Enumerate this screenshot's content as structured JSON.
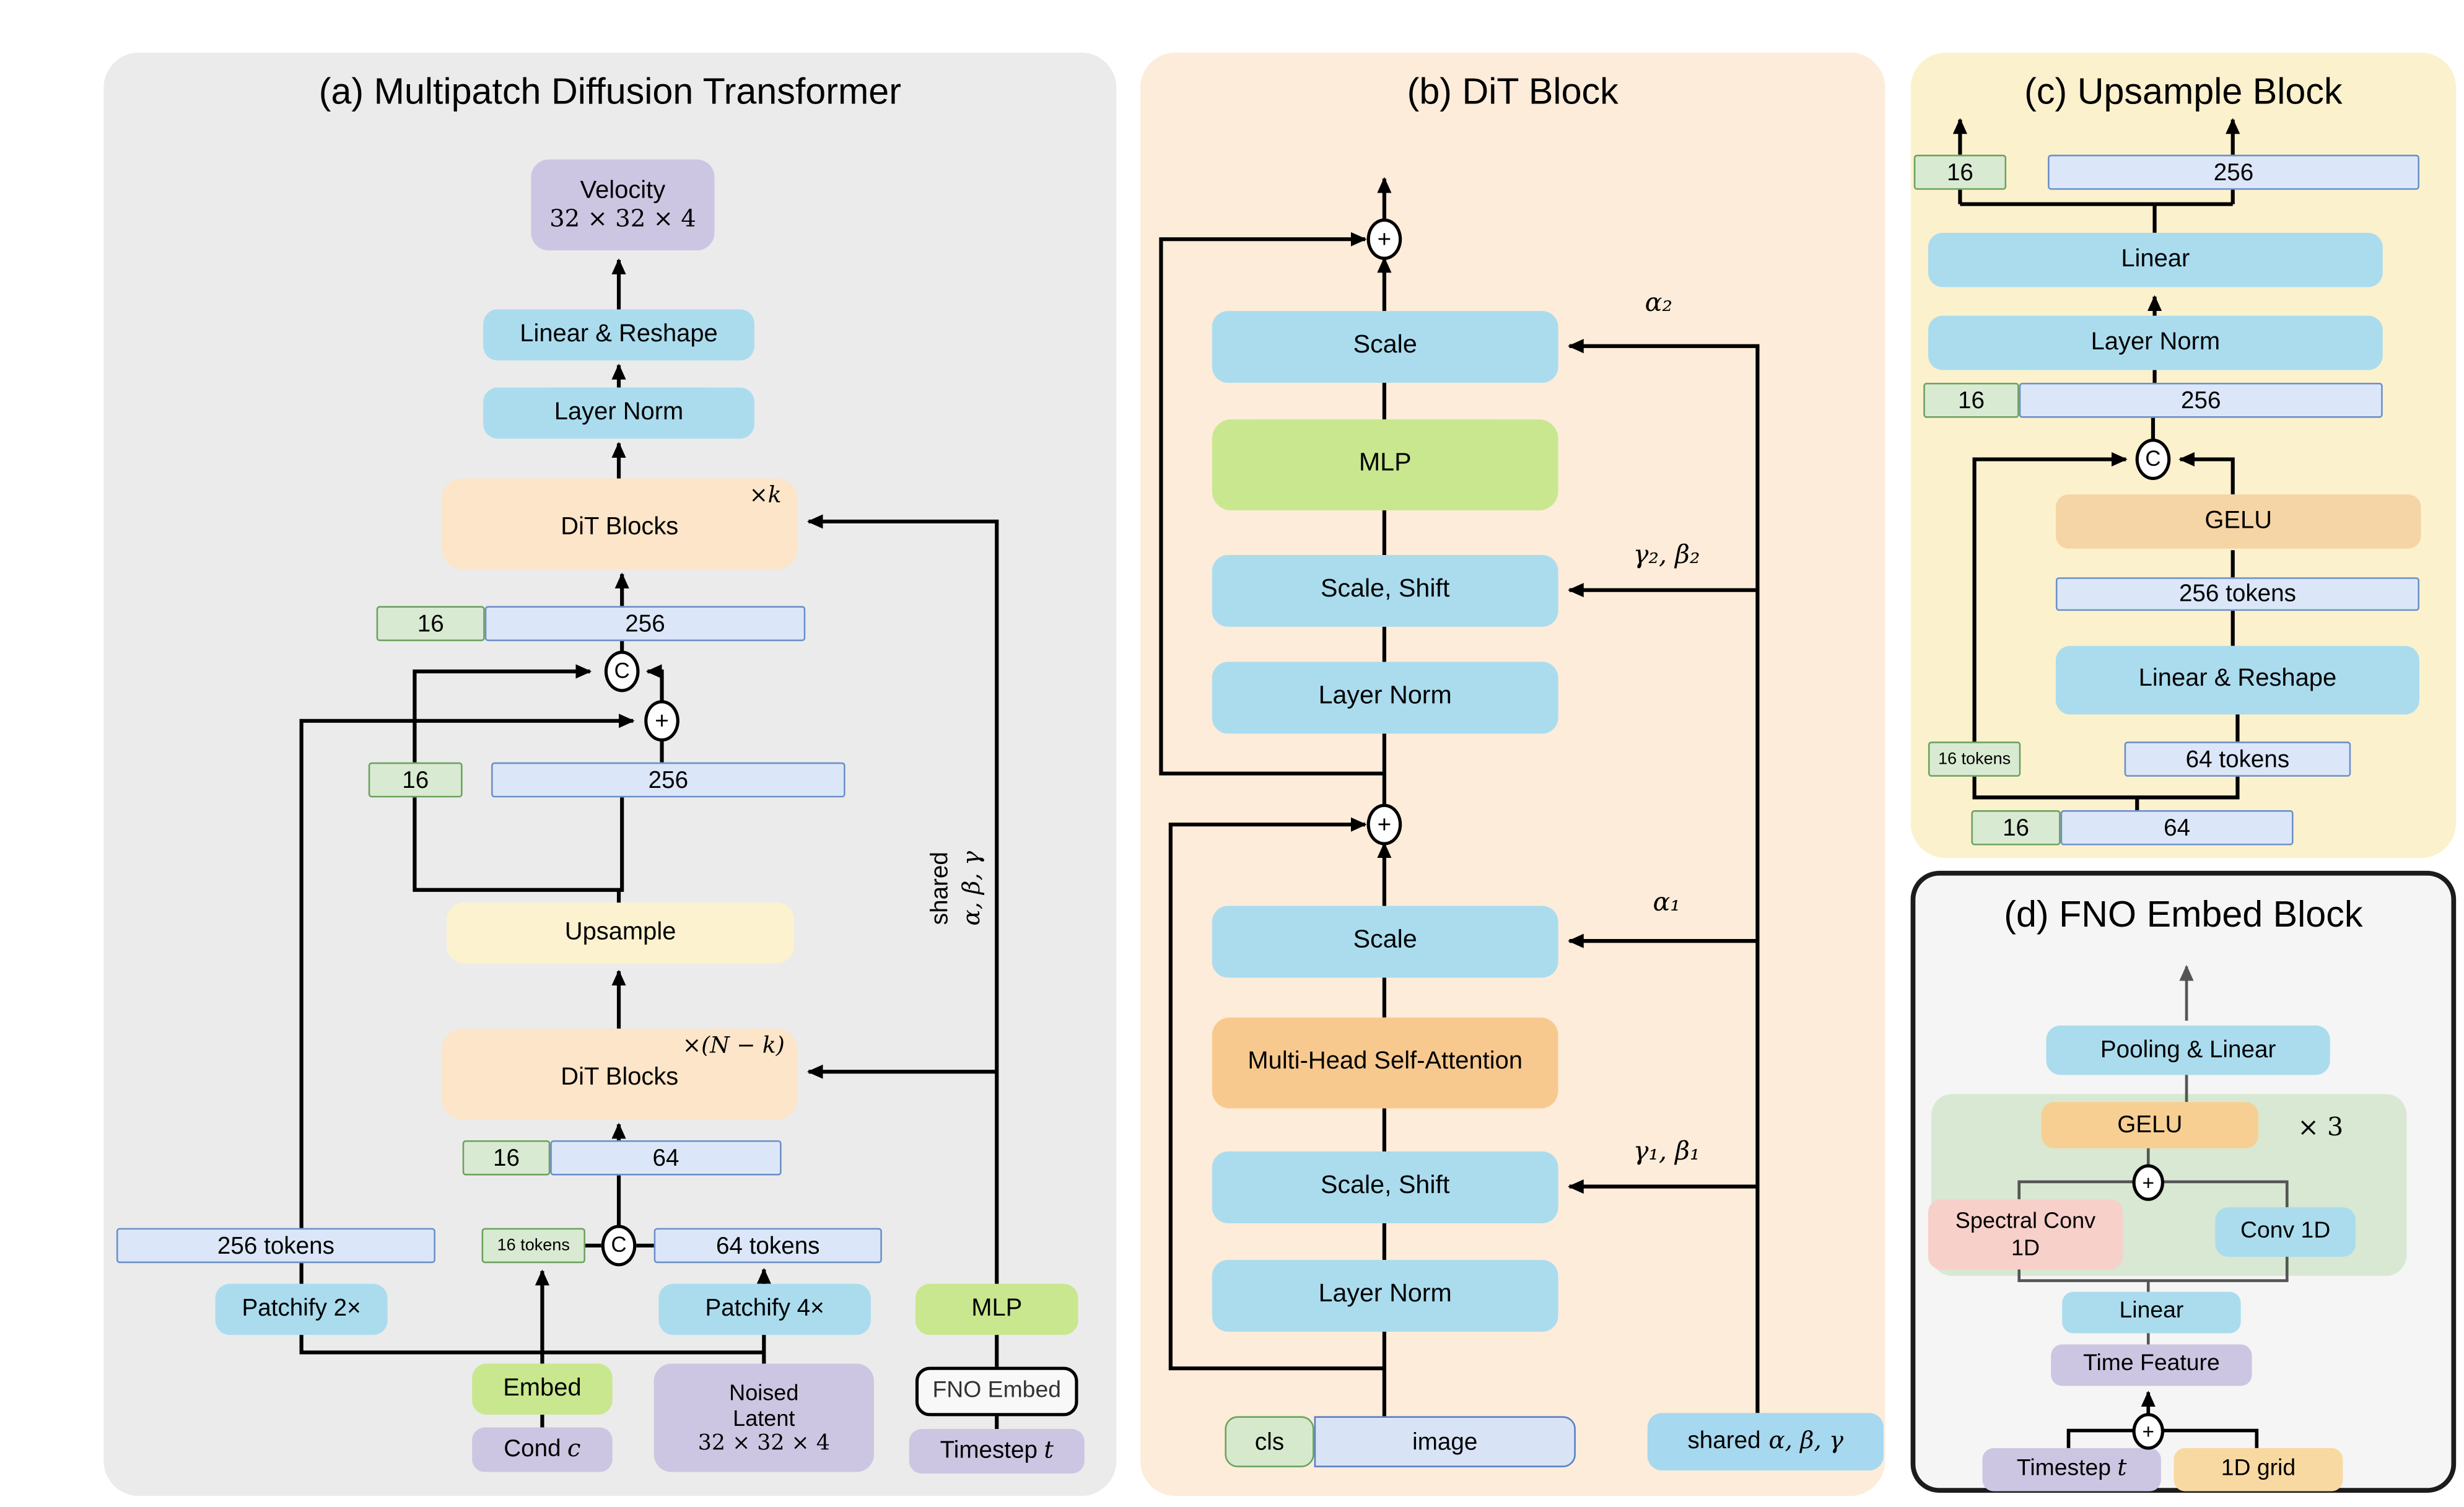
{
  "palette": {
    "panel_a_bg": "#ebebeb",
    "panel_b_bg": "#fcecd9",
    "panel_c_bg": "#fcf1cd",
    "panel_d_bg": "#f5f5f5",
    "box_blue": "#aadcee",
    "box_green": "#c9e78f",
    "box_purple": "#cdc6e2",
    "box_peach": "#fce5c8",
    "box_yellow": "#fdf2cf",
    "box_orange": "#f8c98f",
    "box_orange_light": "#f5d5a5",
    "box_pink": "#f7d0ca",
    "bar_blue_fill": "#dbe7f8",
    "bar_blue_border": "#6c8fc9",
    "bar_green_fill": "#d9ead2",
    "bar_green_border": "#6ca25f",
    "shared_box_blue": "#a6d8ef",
    "green_container": "#d8e8d2",
    "grid_orange": "#f8d9a2",
    "line_black": "#000000",
    "line_gray": "#555555"
  },
  "panel_a": {
    "title": "(a) Multipatch Diffusion Transformer",
    "velocity_line1": "Velocity",
    "velocity_line2": "32 × 32 × 4",
    "linear_reshape": "Linear & Reshape",
    "layer_norm": "Layer Norm",
    "dit_blocks_top": "DiT Blocks",
    "dit_repeat_top": "×k",
    "dit_blocks_bottom": "DiT Blocks",
    "dit_repeat_bottom": "×(N − k)",
    "bar_top_16": "16",
    "bar_top_256": "256",
    "bar_mid_16": "16",
    "bar_mid_256": "256",
    "concat": "C",
    "add": "+",
    "concat_low": "C",
    "upsample": "Upsample",
    "bar_low_16": "16",
    "bar_low_64": "64",
    "tokens_256": "256 tokens",
    "tokens_16": "16 tokens",
    "tokens_64": "64 tokens",
    "patchify_2x": "Patchify 2×",
    "patchify_4x": "Patchify 4×",
    "embed": "Embed",
    "cond_label": "Cond",
    "cond_var": "c",
    "noised_line1": "Noised",
    "noised_line2": "Latent",
    "noised_line3": "32 × 32 × 4",
    "mlp": "MLP",
    "fno_embed": "FNO Embed",
    "timestep_label": "Timestep",
    "timestep_var": "t",
    "shared_line1": "shared",
    "shared_line2": "α, β, γ"
  },
  "panel_b": {
    "title": "(b) DiT Block",
    "add_top": "+",
    "add_mid": "+",
    "scale_top": "Scale",
    "mlp": "MLP",
    "scale_shift_top": "Scale, Shift",
    "layer_norm_top": "Layer Norm",
    "scale_bottom": "Scale",
    "mhsa": "Multi-Head Self-Attention",
    "scale_shift_bottom": "Scale, Shift",
    "layer_norm_bottom": "Layer Norm",
    "cls": "cls",
    "image": "image",
    "alpha2": "α₂",
    "gamma_beta2": "γ₂, β₂",
    "alpha1": "α₁",
    "gamma_beta1": "γ₁, β₁",
    "shared_label": "shared",
    "shared_math": "α, β, γ"
  },
  "panel_c": {
    "title": "(c) Upsample Block",
    "bar_out_16": "16",
    "bar_out_256": "256",
    "linear": "Linear",
    "layer_norm": "Layer Norm",
    "bar_mid_16": "16",
    "bar_mid_256": "256",
    "concat": "C",
    "gelu": "GELU",
    "tokens_256": "256 tokens",
    "linear_reshape": "Linear & Reshape",
    "tokens_16": "16 tokens",
    "tokens_64": "64 tokens",
    "bar_in_16": "16",
    "bar_in_64": "64"
  },
  "panel_d": {
    "title": "(d) FNO Embed Block",
    "pooling_linear": "Pooling & Linear",
    "gelu": "GELU",
    "repeat": "× 3",
    "add_top": "+",
    "add_bottom": "+",
    "spectral_line1": "Spectral Conv",
    "spectral_line2": "1D",
    "conv_1d": "Conv 1D",
    "linear": "Linear",
    "time_feature": "Time Feature",
    "timestep_label": "Timestep",
    "timestep_var": "t",
    "grid_1d": "1D grid"
  }
}
